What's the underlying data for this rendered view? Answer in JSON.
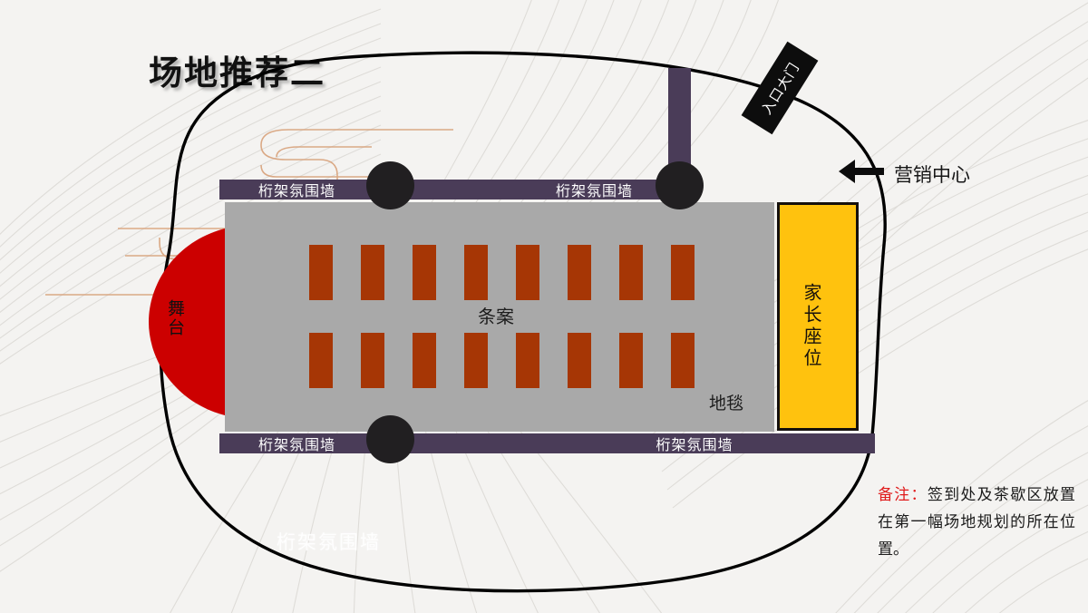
{
  "slide": {
    "title": "场地推荐二",
    "watermark": "桁架氛围墙"
  },
  "stage": {
    "label": "舞台",
    "color": "#cc0000"
  },
  "carpet": {
    "label": "地毯",
    "color": "#a9a9a9"
  },
  "tables": {
    "label": "条案",
    "color": "#a63605",
    "rows": 2,
    "per_row": 8
  },
  "parent_seating": {
    "label": "家长座位",
    "color": "#ffc20e",
    "border_color": "#15100c"
  },
  "truss_walls": {
    "color": "#4a3c58",
    "top_left": "桁架氛围墙",
    "top_right": "桁架氛围墙",
    "bottom_left": "桁架氛围墙",
    "bottom_right": "桁架氛围墙",
    "vertical": ""
  },
  "pillars": {
    "color": "#211f21",
    "count": 3
  },
  "entrance": {
    "label": "入口大门",
    "color": "#0d0d0d"
  },
  "marketing_center": {
    "label": "营销中心",
    "arrow": "left-arrow"
  },
  "note": {
    "key": "备注：",
    "text": "签到处及茶歇区放置在第一幅场地规划的所在位置。"
  },
  "decor": {
    "ruyi_color": "#d8a17a",
    "background_color": "#f4f3f1",
    "line_color": "#dcdad6"
  }
}
